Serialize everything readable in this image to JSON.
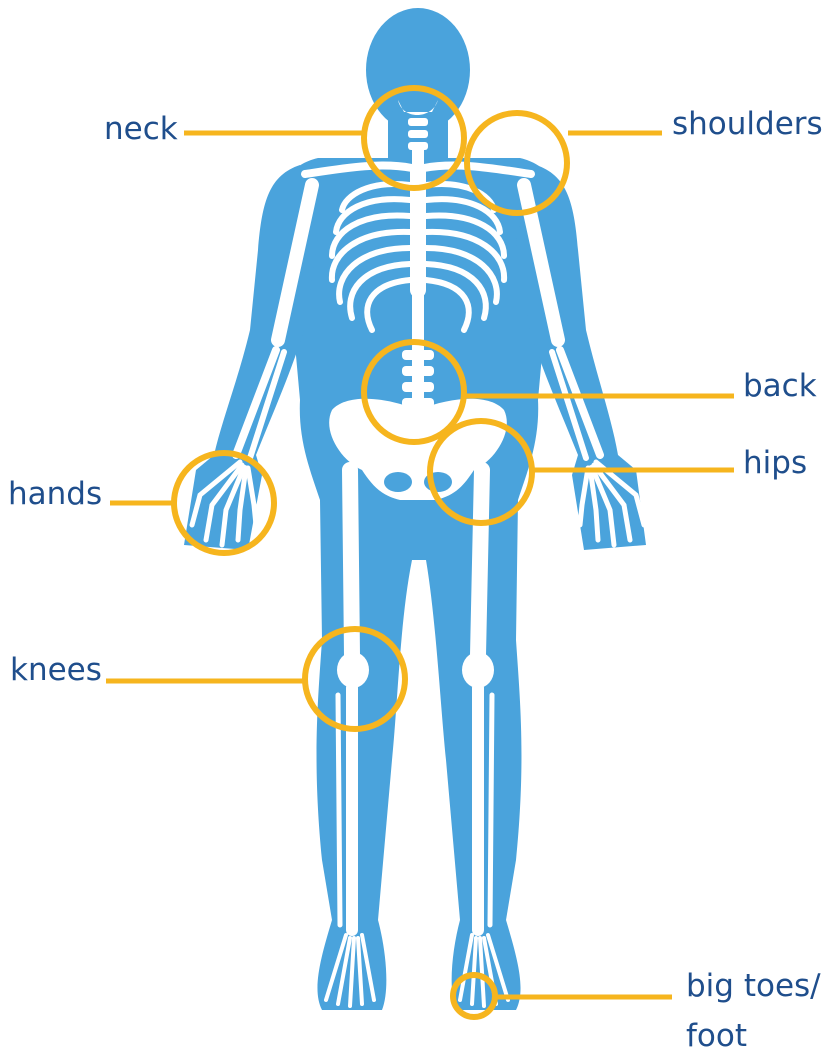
{
  "colors": {
    "body": "#4aa3dc",
    "bone": "#ffffff",
    "accent": "#f6b51e",
    "label": "#1f4e8c"
  },
  "labels": {
    "neck": "neck",
    "shoulders": "shoulders",
    "back": "back",
    "hips": "hips",
    "hands": "hands",
    "knees": "knees",
    "big_toes_line1": "big toes/",
    "big_toes_line2": "foot"
  }
}
